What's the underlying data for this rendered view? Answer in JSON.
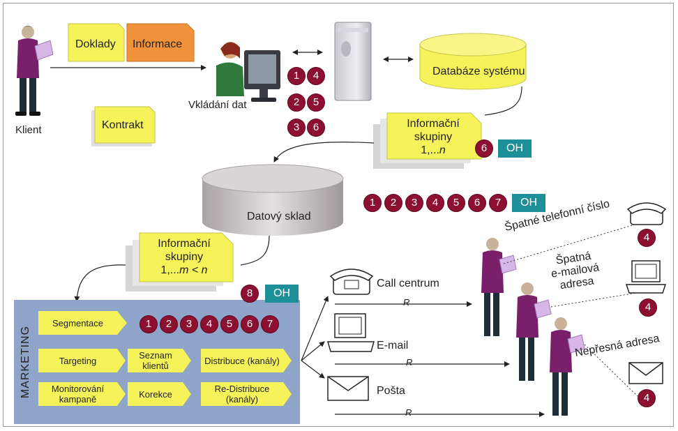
{
  "client": {
    "label": "Klient"
  },
  "docs": {
    "doklady": "Doklady",
    "informace": "Informace",
    "kontrakt": "Kontrakt"
  },
  "data_entry": {
    "label": "Vkládání dat",
    "numbers": [
      "1",
      "4",
      "2",
      "5",
      "3",
      "6"
    ]
  },
  "database": {
    "label": "Databáze systému"
  },
  "info_groups_1": {
    "line1": "Informační",
    "line2": "skupiny",
    "line3_prefix": "1,...",
    "line3_var": "n",
    "badge": "6",
    "oh": "OH"
  },
  "warehouse": {
    "label": "Datový sklad",
    "numbers": [
      "1",
      "2",
      "3",
      "4",
      "5",
      "6",
      "7"
    ],
    "oh": "OH"
  },
  "info_groups_2": {
    "line1": "Informační",
    "line2": "skupiny",
    "line3_prefix": "1,...",
    "line3_var": "m < n",
    "badge": "8",
    "oh": "OH"
  },
  "marketing": {
    "title": "MARKETING",
    "segmentace": "Segmentace",
    "segmentace_numbers": [
      "1",
      "2",
      "3",
      "4",
      "5",
      "6",
      "7"
    ],
    "targeting": "Targeting",
    "seznam": "Seznam klientů",
    "distribuce": "Distribuce (kanály)",
    "monitorovani": "Monitorování kampaně",
    "korekce": "Korekce",
    "redistribuce": "Re-Distribuce (kanály)"
  },
  "channels": {
    "call": "Call centrum",
    "email": "E-mail",
    "posta": "Pošta",
    "r": "R"
  },
  "errors": {
    "phone": "Špatné telefonní číslo",
    "email_l1": "Špatná",
    "email_l2": "e-mailová",
    "email_l3": "adresa",
    "address": "Nepřesná adresa",
    "badge": "4"
  },
  "colors": {
    "maroon": "#8e1030",
    "teal": "#1d8f99",
    "yellow": "#f6f25a",
    "orange": "#f0923a",
    "marketing_bg": "#8ea4c8"
  }
}
